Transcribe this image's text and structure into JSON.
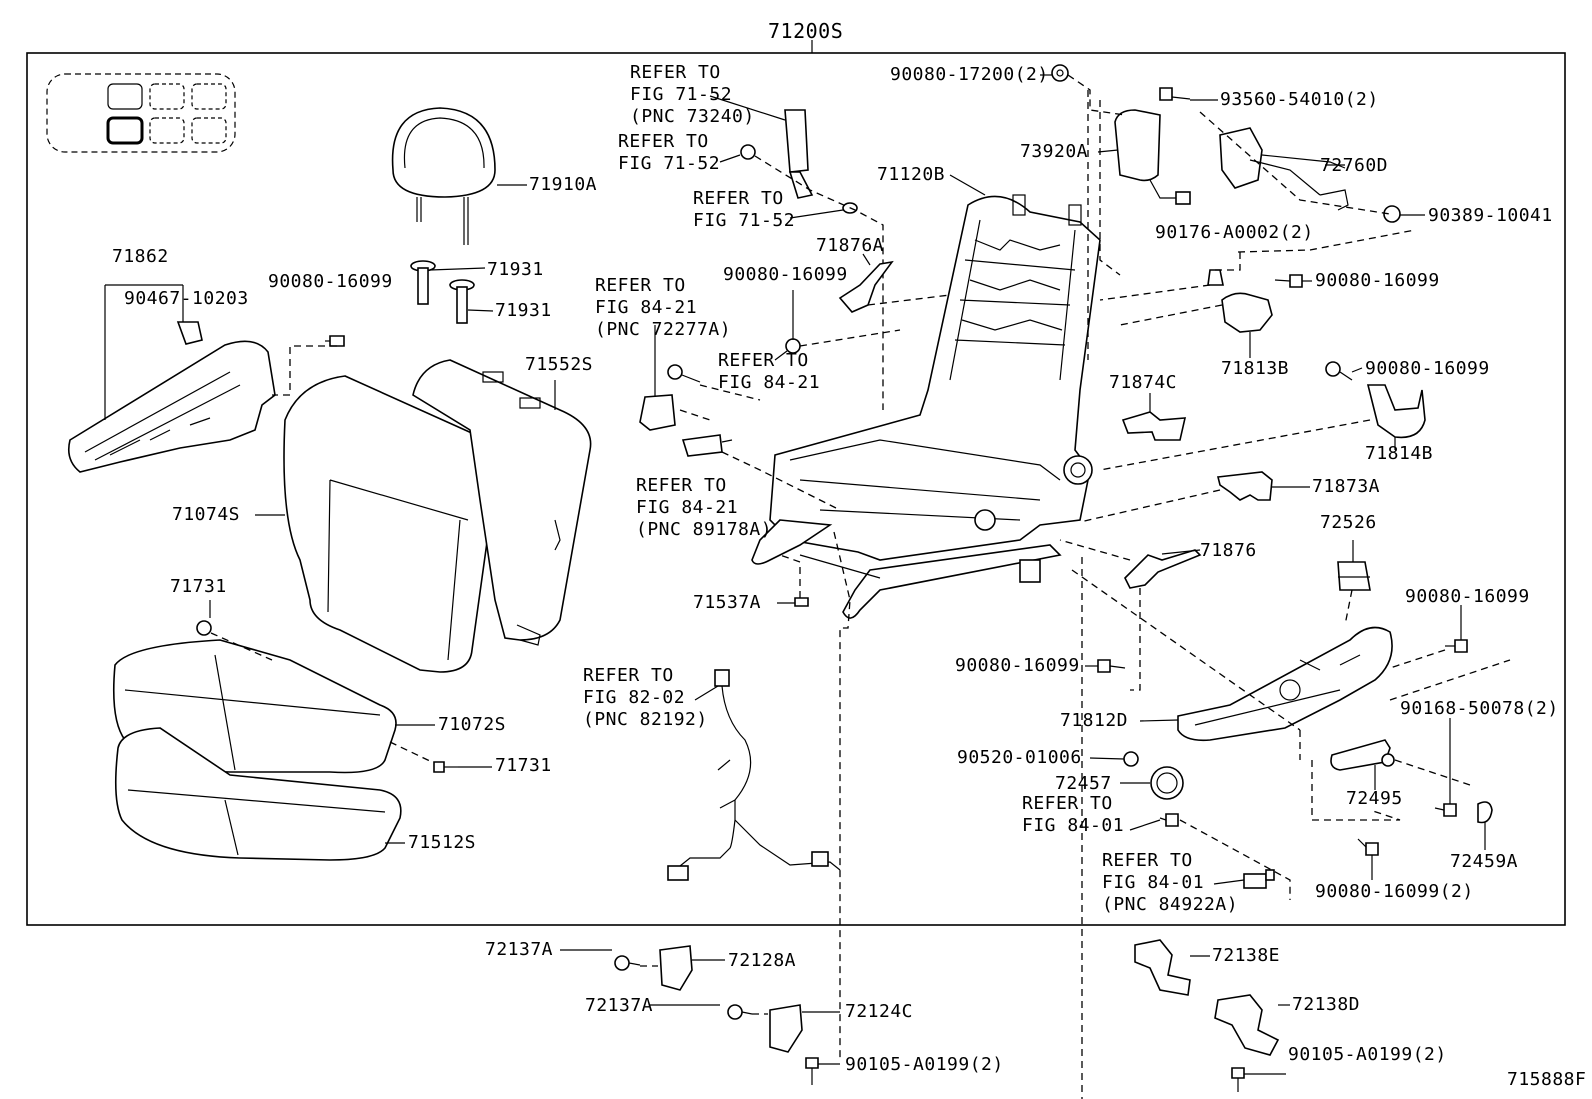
{
  "diagram": {
    "assembly_label": "71200S",
    "figure_code": "715888F",
    "labels": {
      "p71910A": "71910A",
      "p71931a": "71931",
      "p71931b": "71931",
      "p71862": "71862",
      "p90467": "90467-10203",
      "p90080_a": "90080-16099",
      "p71552S": "71552S",
      "p71074S": "71074S",
      "p71731a": "71731",
      "p71072S": "71072S",
      "p71731b": "71731",
      "p71512S": "71512S",
      "p90080_17200": "90080-17200(2)",
      "p73920A": "73920A",
      "p93560": "93560-54010(2)",
      "p72760D": "72760D",
      "p90389": "90389-10041",
      "p71120B": "71120B",
      "p90176": "90176-A0002(2)",
      "p90080_b": "90080-16099",
      "p71813B": "71813B",
      "p71876A": "71876A",
      "p90080_c": "90080-16099",
      "p90080_d": "90080-16099",
      "p71814B": "71814B",
      "p71874C": "71874C",
      "p71873A": "71873A",
      "p71876": "71876",
      "p72526": "72526",
      "p90080_e": "90080-16099",
      "p71537A": "71537A",
      "p90080_f": "90080-16099",
      "p71812D": "71812D",
      "p90168": "90168-50078(2)",
      "p90520": "90520-01006",
      "p72457": "72457",
      "p72495": "72495",
      "p72459A": "72459A",
      "p90080_g": "90080-16099(2)",
      "p72137A_a": "72137A",
      "p72128A": "72128A",
      "p72137A_b": "72137A",
      "p72124C": "72124C",
      "p90105_a": "90105-A0199(2)",
      "p72138E": "72138E",
      "p72138D": "72138D",
      "p90105_b": "90105-A0199(2)"
    },
    "refs": {
      "r1": [
        "REFER TO",
        "FIG 71-52",
        "(PNC 73240)"
      ],
      "r2": [
        "REFER TO",
        "FIG 71-52"
      ],
      "r3": [
        "REFER TO",
        "FIG 71-52"
      ],
      "r4": [
        "REFER TO",
        "FIG 84-21",
        "(PNC 72277A)"
      ],
      "r5": [
        "REFER TO",
        "FIG 84-21"
      ],
      "r6": [
        "REFER TO",
        "FIG 84-21",
        "(PNC 89178A)"
      ],
      "r7": [
        "REFER TO",
        "FIG 82-02",
        "(PNC 82192)"
      ],
      "r8": [
        "REFER TO",
        "FIG 84-01"
      ],
      "r9": [
        "REFER TO",
        "FIG 84-01",
        "(PNC 84922A)"
      ]
    }
  }
}
